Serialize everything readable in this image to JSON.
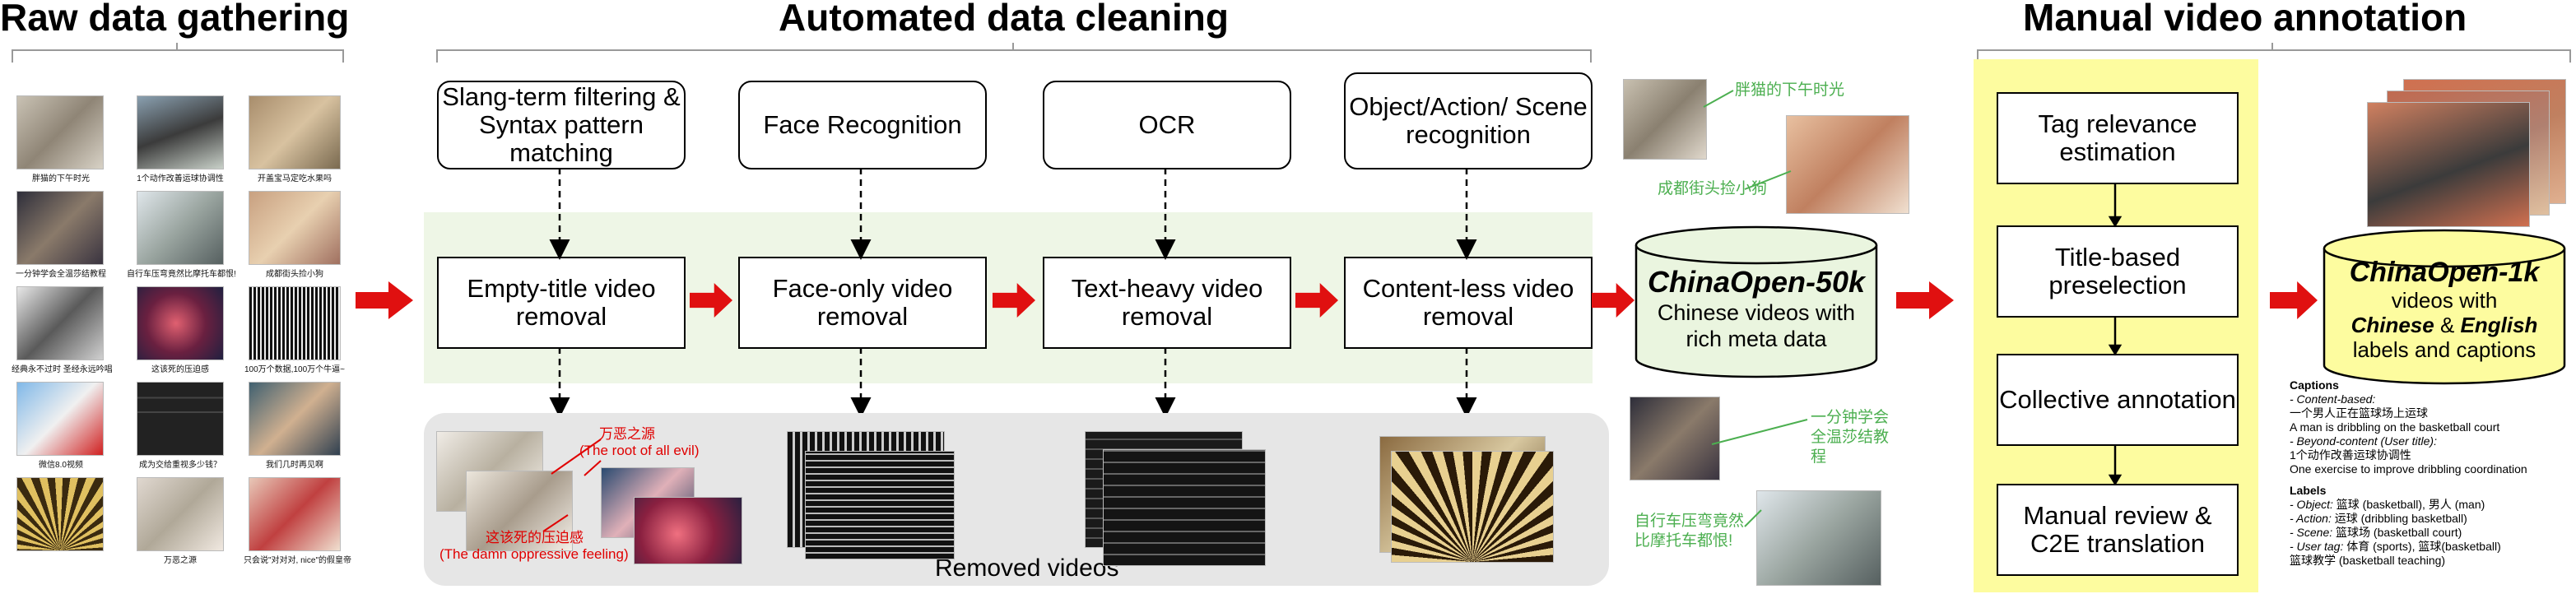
{
  "sections": {
    "raw_title": "Raw data gathering",
    "cleaning_title": "Automated data cleaning",
    "annotation_title": "Manual video annotation"
  },
  "raw_captions": [
    "胖猫的下午时光",
    "1个动作改善运球协调性",
    "开盖宝马定吃水果吗",
    "一分钟学会全温莎结教程",
    "自行车压弯竟然比摩托车都恨!",
    "成都街头捡小狗",
    "经典永不过时 圣经永远吟唱",
    "这该死的压迫感",
    "100万个数据,100万个牛逼~",
    "微信8.0视频",
    "成为交给重视多少钱？",
    "我们几时再见啊",
    "",
    "万恶之源",
    "只会说\"对对对, nice\"的假皇帝"
  ],
  "cleaning_top": [
    "Slang-term filtering & Syntax pattern matching",
    "Face Recognition",
    "OCR",
    "Object/Action/ Scene recognition"
  ],
  "cleaning_steps": [
    "Empty-title video removal",
    "Face-only video removal",
    "Text-heavy video removal",
    "Content-less video removal"
  ],
  "removed": {
    "label": "Removed videos",
    "cap1_cn": "万恶之源",
    "cap1_en": "(The root of all evil)",
    "cap2_cn": "这该死的压迫感",
    "cap2_en": "(The damn oppressive feeling)"
  },
  "china50k": {
    "title": "ChinaOpen-50k",
    "desc": "Chinese videos with rich meta data",
    "cap_top1": "胖猫的下午时光",
    "cap_top2": "成都街头捡小狗",
    "cap_bot1": "一分钟学会全温莎结教程",
    "cap_bot2": "自行车压弯竟然比摩托车都恨!"
  },
  "annotation_steps": [
    "Tag relevance estimation",
    "Title-based preselection",
    "Collective annotation",
    "Manual review & C2E translation"
  ],
  "china1k": {
    "title": "ChinaOpen-1k",
    "line1": "videos with",
    "chinese": "Chinese",
    "amp": "&",
    "english": "English",
    "line3": "labels and captions"
  },
  "captions_block": {
    "head": "Captions",
    "content_based": "- Content-based:",
    "cb_cn": "一个男人正在篮球场上运球",
    "cb_en": "A man is dribbling on the basketball court",
    "beyond": "- Beyond-content (User title):",
    "bc_cn": "1个动作改善运球协调性",
    "bc_en": "One exercise to improve dribbling coordination"
  },
  "labels_block": {
    "head": "Labels",
    "object_k": "- Object:",
    "object_v": "篮球 (basketball), 男人 (man)",
    "action_k": "- Action:",
    "action_v": "运球 (dribbling basketball)",
    "scene_k": "- Scene:",
    "scene_v": "篮球场 (basketball court)",
    "user_k": "- User tag:",
    "user_v": "体育 (sports), 篮球(basketball)",
    "user_v2": "篮球教学 (basketball teaching)"
  },
  "colors": {
    "arrow_red": "#e01010",
    "highlight_green": "#eef6e6",
    "highlight_yellow": "#fdfc9f",
    "cylinder_green": "#eaf5df",
    "cylinder_yellow": "#fdfc9f",
    "removed_gray": "#e6e6e6",
    "caption_green": "#4caf50",
    "caption_red": "#e00000"
  }
}
